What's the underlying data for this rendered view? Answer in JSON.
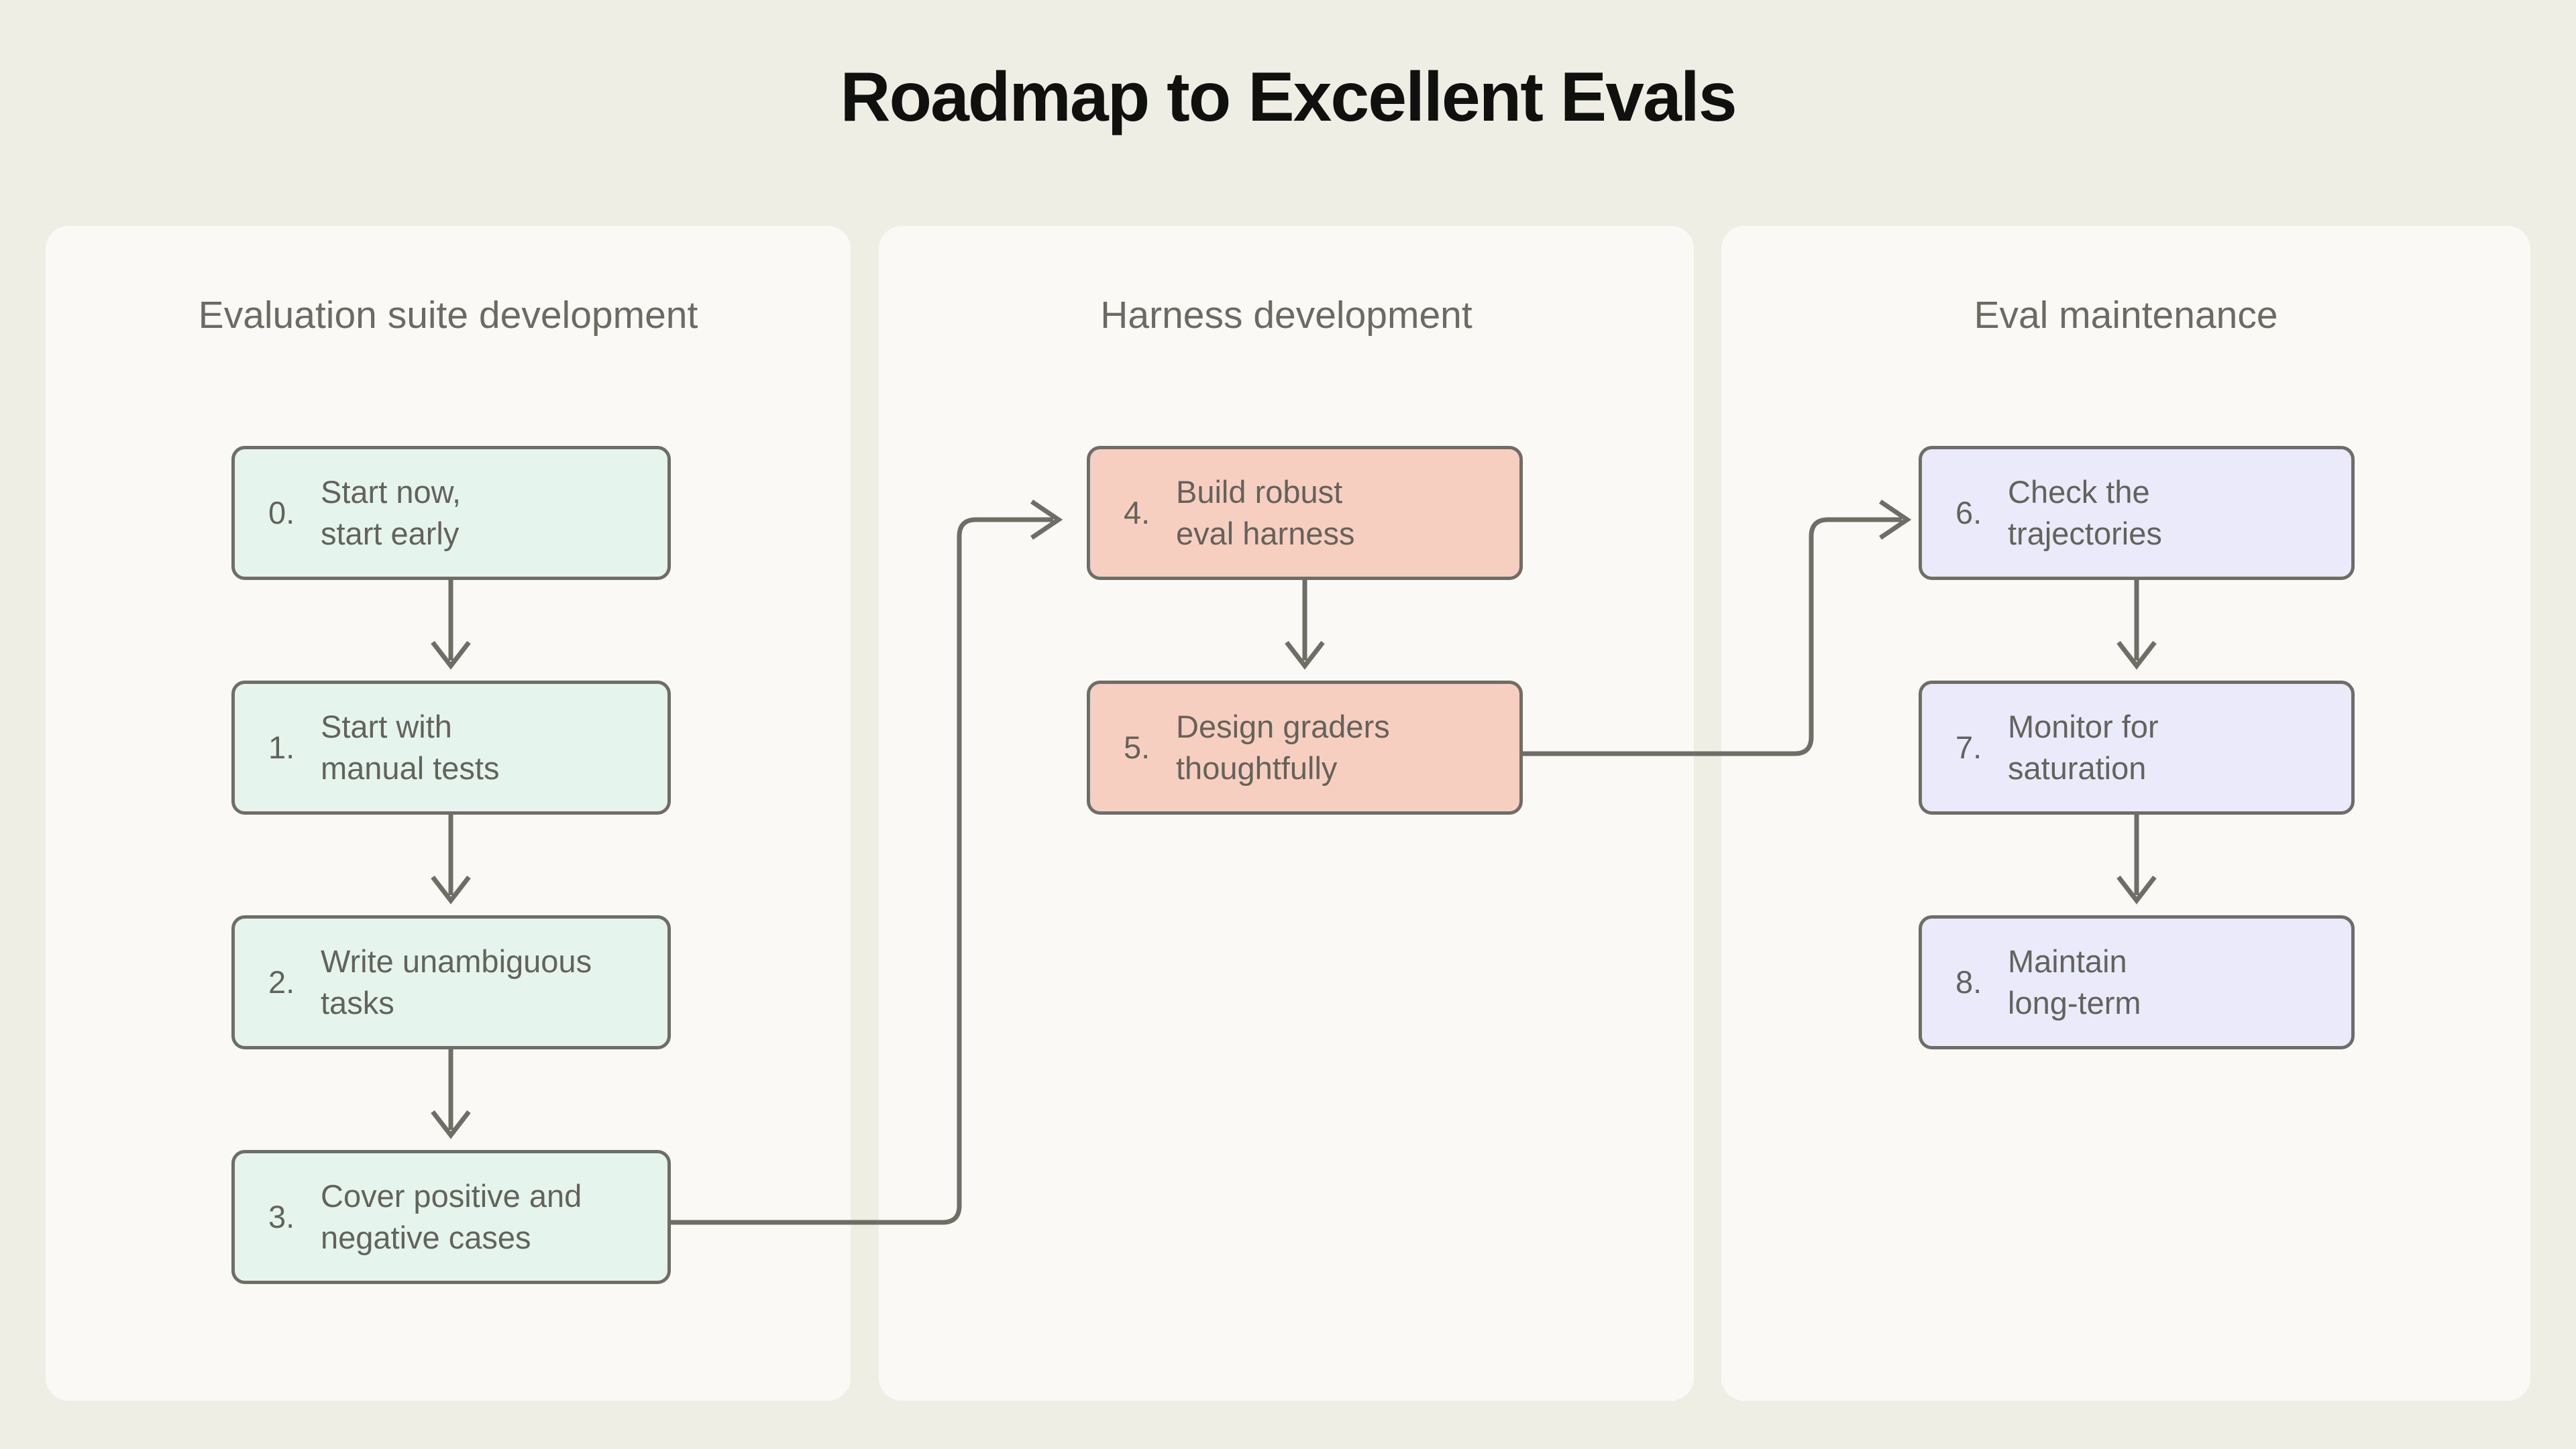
{
  "title": "Roadmap to Excellent Evals",
  "colors": {
    "page_background": "#EFEEE5",
    "panel_background": "#FAF9F5",
    "title_text": "#10100E",
    "panel_title_text": "#6B6B63",
    "node_border": "#6E6E66",
    "node_text": "#63635B",
    "stage_1_fill": "#E6F4EE",
    "stage_2_fill": "#F6CFC0",
    "stage_3_fill": "#EBEAFB",
    "connector": "#6E6E66"
  },
  "columns": [
    {
      "id": "evaluation-suite-development",
      "title": "Evaluation suite development",
      "color": "green",
      "nodes": [
        {
          "number": "0.",
          "text": "Start now,\nstart early"
        },
        {
          "number": "1.",
          "text": "Start with\nmanual tests"
        },
        {
          "number": "2.",
          "text": "Write unambiguous\ntasks"
        },
        {
          "number": "3.",
          "text": "Cover positive and\nnegative cases"
        }
      ]
    },
    {
      "id": "harness-development",
      "title": "Harness development",
      "color": "orange",
      "nodes": [
        {
          "number": "4.",
          "text": "Build robust\neval harness"
        },
        {
          "number": "5.",
          "text": "Design graders\nthoughtfully"
        }
      ]
    },
    {
      "id": "eval-maintenance",
      "title": "Eval maintenance",
      "color": "purple",
      "nodes": [
        {
          "number": "6.",
          "text": "Check the\ntrajectories"
        },
        {
          "number": "7.",
          "text": "Monitor for\nsaturation"
        },
        {
          "number": "8.",
          "text": "Maintain\nlong-term"
        }
      ]
    }
  ],
  "connections": [
    {
      "from": "0",
      "to": "1",
      "kind": "vertical-arrow"
    },
    {
      "from": "1",
      "to": "2",
      "kind": "vertical-arrow"
    },
    {
      "from": "2",
      "to": "3",
      "kind": "vertical-arrow"
    },
    {
      "from": "3",
      "to": "4",
      "kind": "elbow-arrow"
    },
    {
      "from": "4",
      "to": "5",
      "kind": "vertical-arrow"
    },
    {
      "from": "5",
      "to": "6",
      "kind": "elbow-arrow"
    },
    {
      "from": "6",
      "to": "7",
      "kind": "vertical-arrow"
    },
    {
      "from": "7",
      "to": "8",
      "kind": "vertical-arrow"
    }
  ]
}
